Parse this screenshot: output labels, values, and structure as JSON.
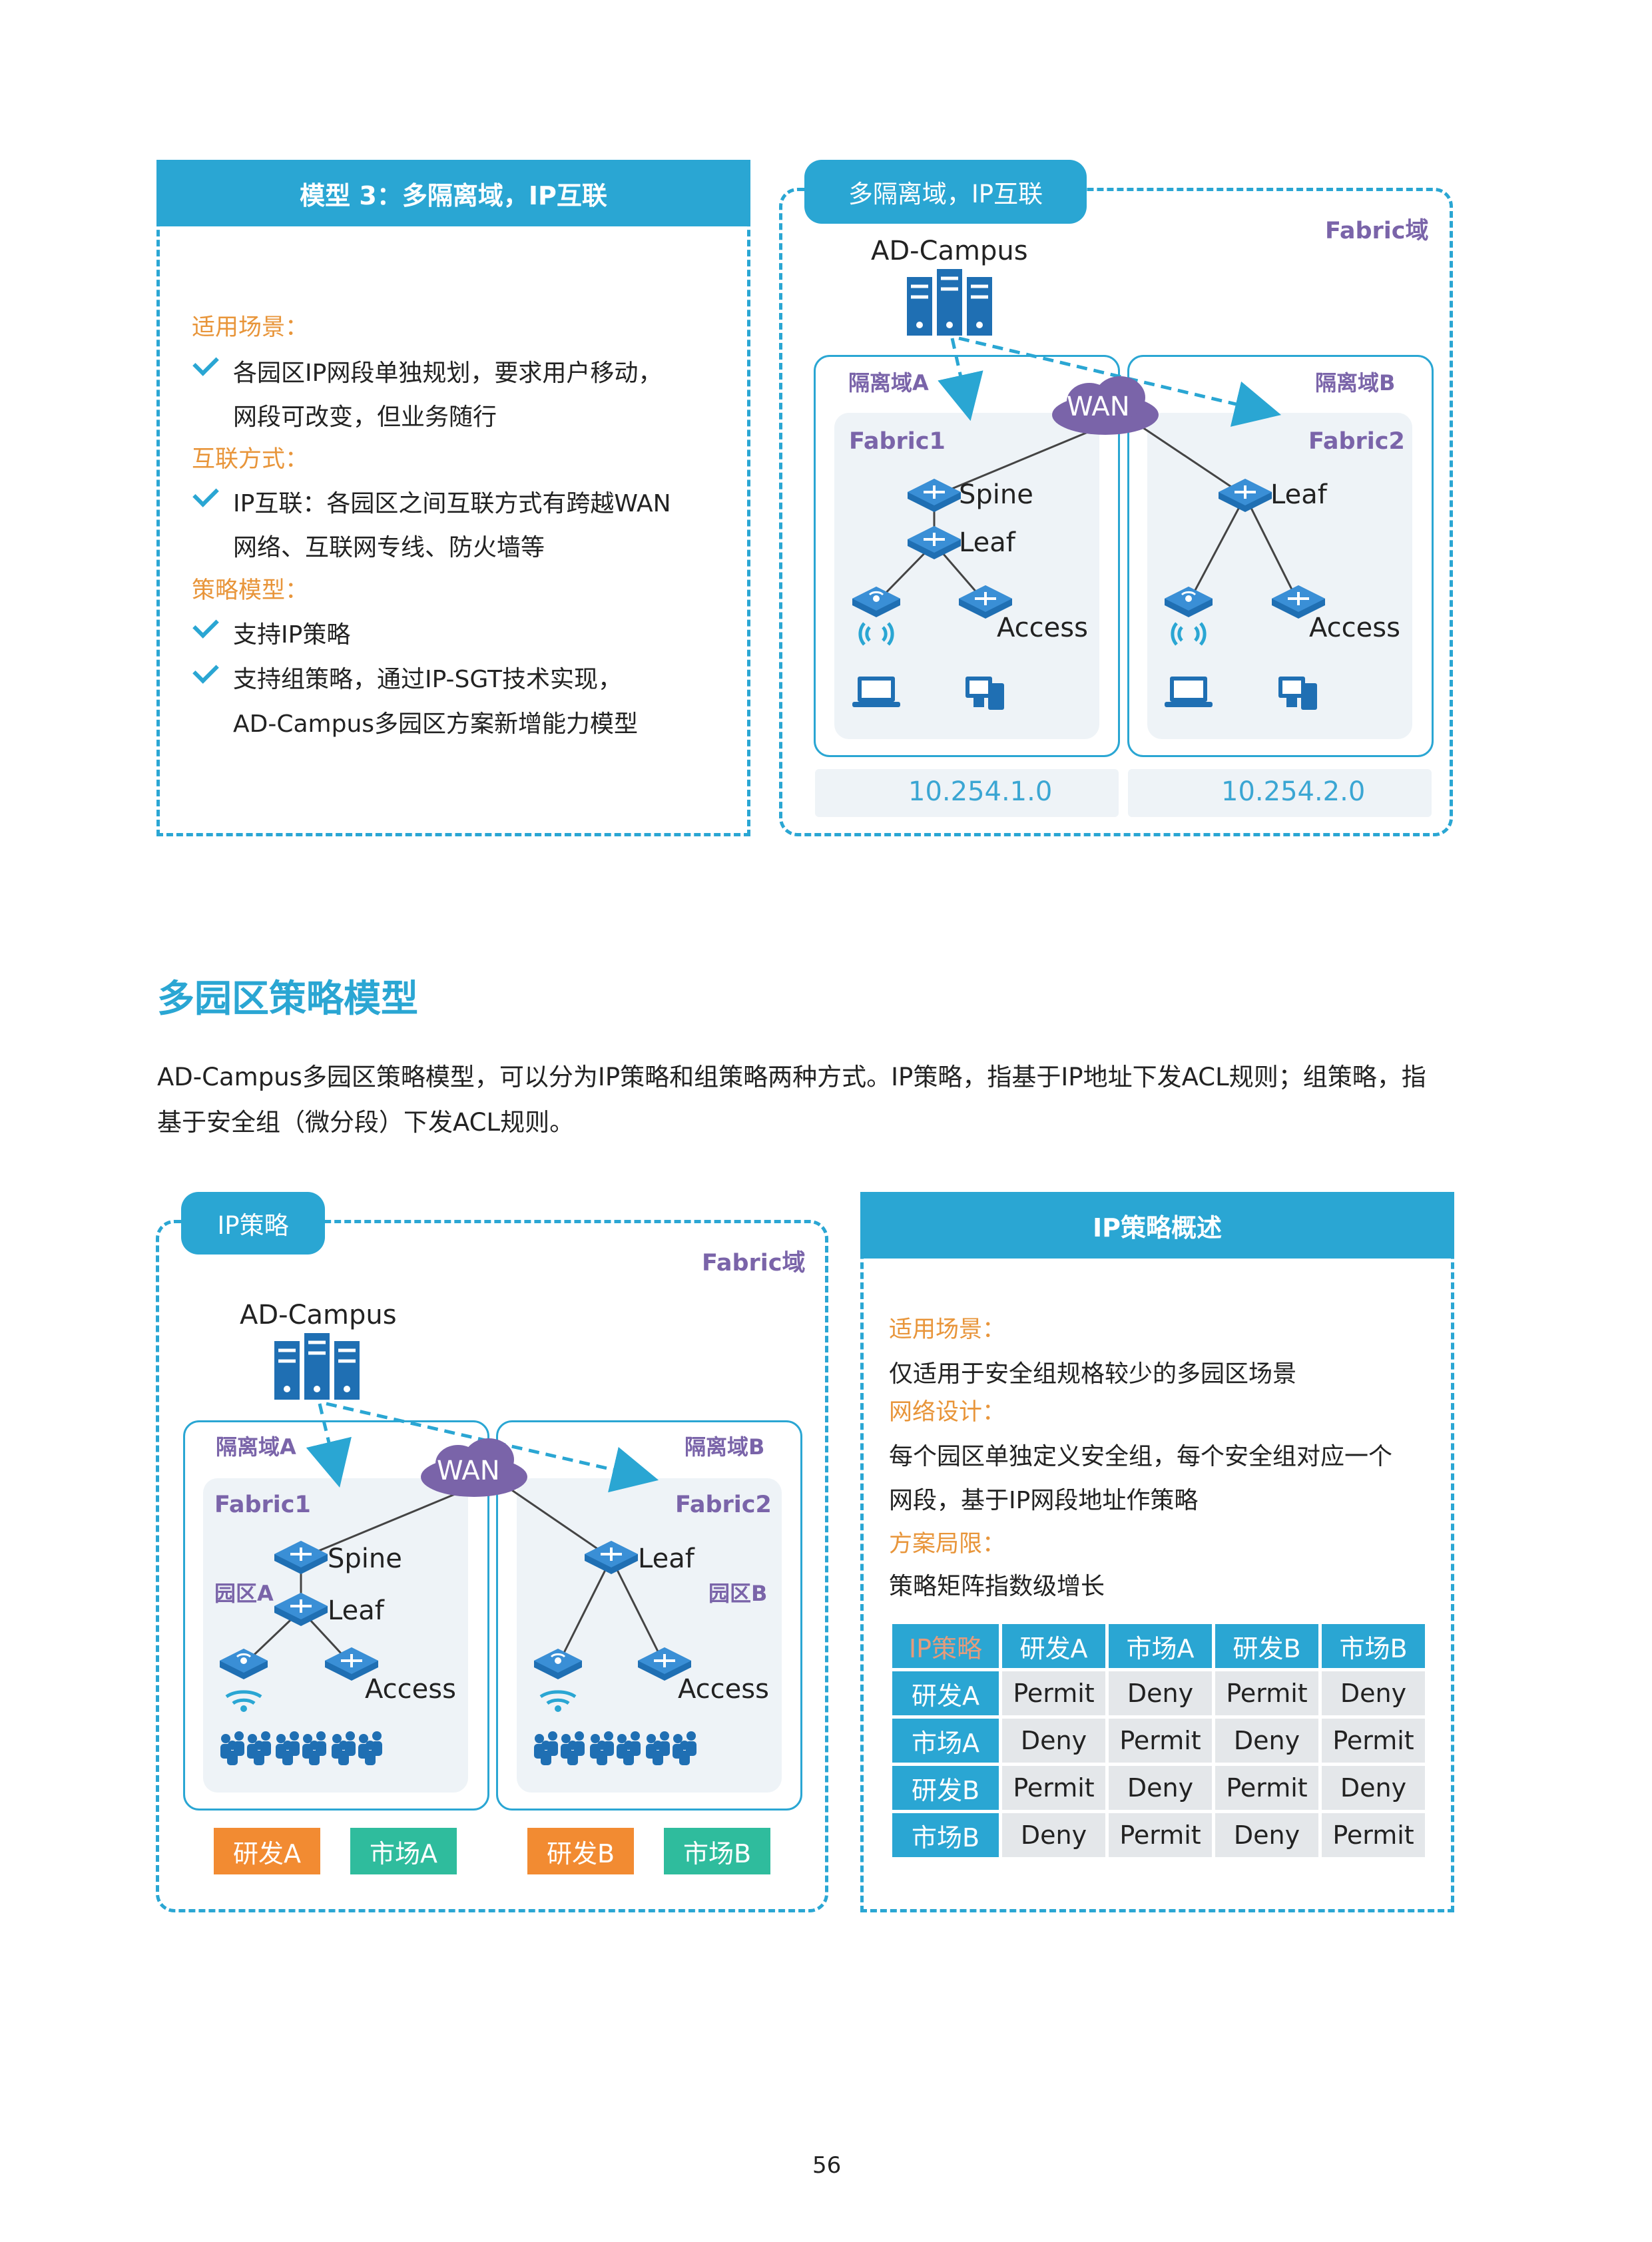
{
  "model3": {
    "header": "模型 3：多隔离域，IP互联",
    "scenario_label": "适用场景：",
    "scenario_lines": [
      "各园区IP网段单独规划，要求用户移动，",
      "网段可改变，但业务随行"
    ],
    "interconnect_label": "互联方式：",
    "interconnect_lines": [
      "IP互联：各园区之间互联方式有跨越WAN",
      "网络、互联网专线、防火墙等"
    ],
    "policy_label": "策略模型：",
    "policy_lines": [
      "支持IP策略",
      "支持组策略，通过IP-SGT技术实现，",
      "AD-Campus多园区方案新增能力模型"
    ]
  },
  "diagram1": {
    "pill": "多隔离域，IP互联",
    "fabric_domain": "Fabric域",
    "controller": "AD-Campus",
    "wan": "WAN",
    "domain_a": "隔离域A",
    "domain_b": "隔离域B",
    "fabric1": "Fabric1",
    "fabric2": "Fabric2",
    "spine": "Spine",
    "leaf_a": "Leaf",
    "leaf_b": "Leaf",
    "access_a": "Access",
    "access_b": "Access",
    "ip_a": "10.254.1.0",
    "ip_b": "10.254.2.0"
  },
  "section": {
    "title": "多园区策略模型",
    "para_line1": "AD-Campus多园区策略模型，可以分为IP策略和组策略两种方式。IP策略，指基于IP地址下发ACL规则；组策略，指",
    "para_line2": "基于安全组（微分段）下发ACL规则。"
  },
  "diagram2": {
    "pill": "IP策略",
    "fabric_domain": "Fabric域",
    "controller": "AD-Campus",
    "wan": "WAN",
    "domain_a": "隔离域A",
    "domain_b": "隔离域B",
    "fabric1": "Fabric1",
    "fabric2": "Fabric2",
    "spine": "Spine",
    "leaf_a": "Leaf",
    "leaf_b": "Leaf",
    "access_a": "Access",
    "access_b": "Access",
    "campus_a": "园区A",
    "campus_b": "园区B",
    "tags": [
      "研发A",
      "市场A",
      "研发B",
      "市场B"
    ]
  },
  "overview": {
    "header": "IP策略概述",
    "scenario_label": "适用场景：",
    "scenario_text": "仅适用于安全组规格较少的多园区场景",
    "design_label": "网络设计：",
    "design_lines": [
      "每个园区单独定义安全组，每个安全组对应一个",
      "网段，基于IP网段地址作策略"
    ],
    "limit_label": "方案局限：",
    "limit_text": "策略矩阵指数级增长",
    "matrix": {
      "corner": "IP策略",
      "cols": [
        "研发A",
        "市场A",
        "研发B",
        "市场B"
      ],
      "rows": [
        {
          "name": "研发A",
          "cells": [
            "Permit",
            "Deny",
            "Permit",
            "Deny"
          ]
        },
        {
          "name": "市场A",
          "cells": [
            "Deny",
            "Permit",
            "Deny",
            "Permit"
          ]
        },
        {
          "name": "研发B",
          "cells": [
            "Permit",
            "Deny",
            "Permit",
            "Deny"
          ]
        },
        {
          "name": "市场B",
          "cells": [
            "Deny",
            "Permit",
            "Deny",
            "Permit"
          ]
        }
      ]
    }
  },
  "page_number": "56",
  "colors": {
    "accent": "#2aa6d3",
    "label": "#e8953a",
    "purple": "#7a64a9",
    "orange": "#f28b32",
    "teal": "#2fbc9d"
  }
}
